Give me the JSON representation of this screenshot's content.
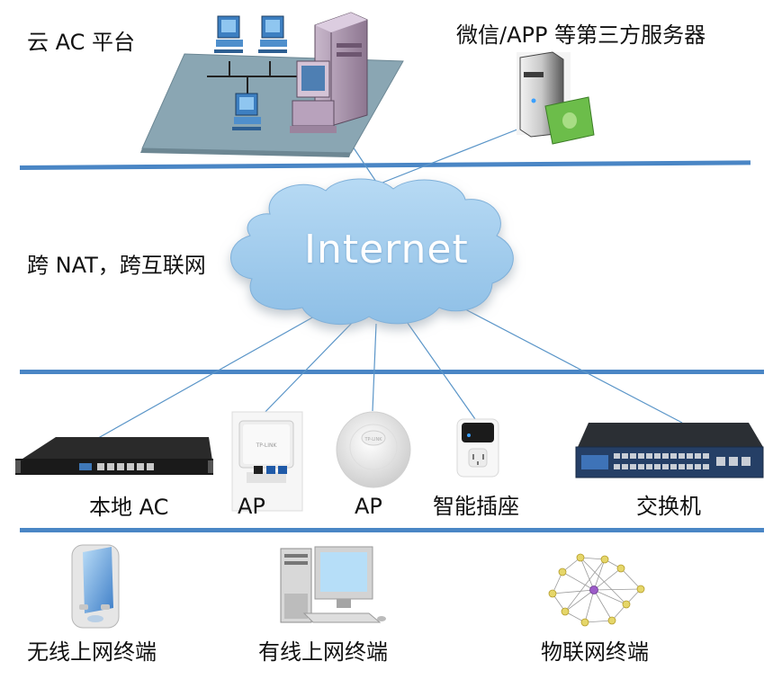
{
  "top": {
    "cloud_ac_label": "云 AC 平台",
    "third_party_label": "微信/APP 等第三方服务器"
  },
  "internet": {
    "cloud_text": "Internet",
    "side_label": "跨 NAT，跨互联网"
  },
  "devices": [
    {
      "label": "本地 AC",
      "icon": "local-ac-appliance-icon"
    },
    {
      "label": "AP",
      "icon": "wall-plate-ap-icon"
    },
    {
      "label": "AP",
      "icon": "ceiling-ap-icon"
    },
    {
      "label": "智能插座",
      "icon": "smart-socket-icon"
    },
    {
      "label": "交换机",
      "icon": "network-switch-icon"
    }
  ],
  "terminals": [
    {
      "label": "无线上网终端",
      "icon": "smartphone-icon"
    },
    {
      "label": "有线上网终端",
      "icon": "desktop-computer-icon"
    },
    {
      "label": "物联网终端",
      "icon": "iot-mesh-icon"
    }
  ],
  "colors": {
    "divider": "#4a86c5",
    "cloud": "#9ac8ec",
    "link_line": "#5a95c8",
    "platform": "#8aa6b3"
  }
}
